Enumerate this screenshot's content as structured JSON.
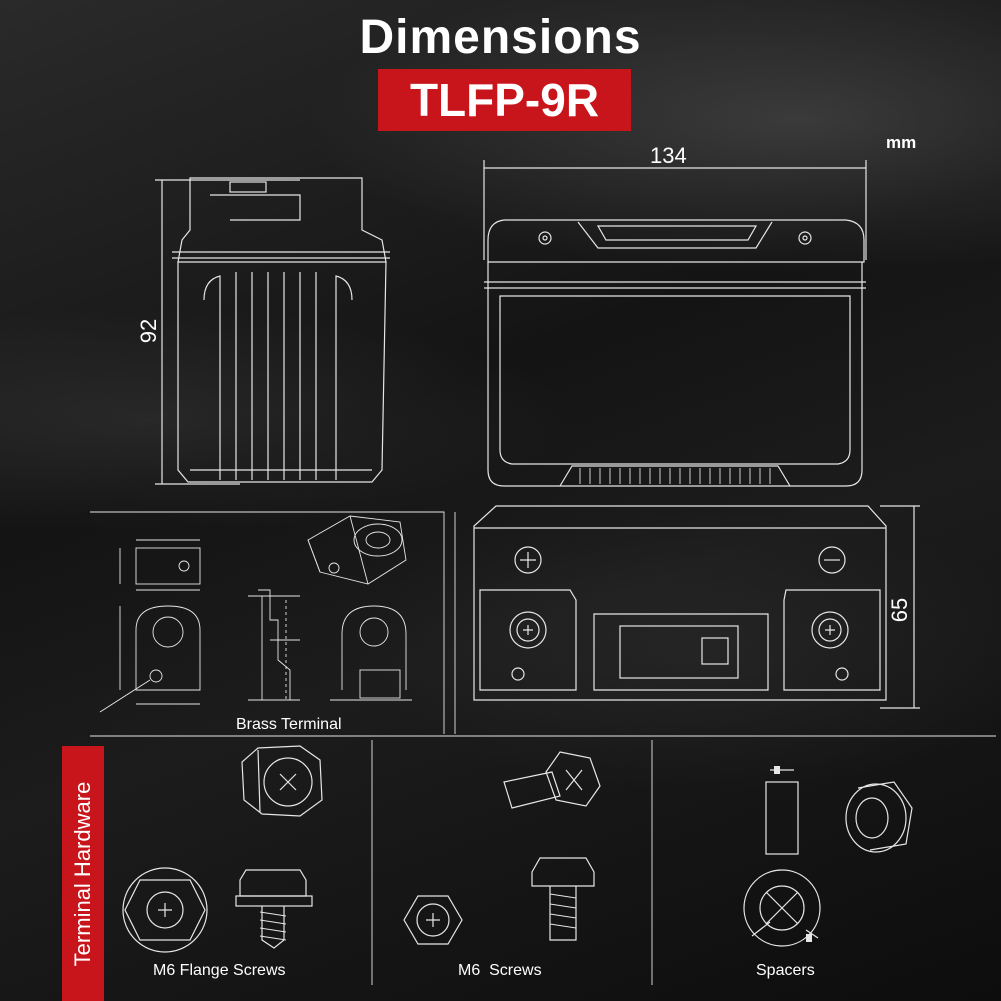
{
  "header": {
    "title": "Dimensions",
    "model": "TLFP-9R",
    "unit": "mm"
  },
  "dimensions": {
    "width": "134",
    "height": "92",
    "depth": "65"
  },
  "brass_terminal": {
    "caption": "Brass Terminal"
  },
  "hardware": {
    "section_label": "Terminal Hardware",
    "items": [
      {
        "caption": "M6 Flange Screws"
      },
      {
        "caption": "M6  Screws"
      },
      {
        "caption": "Spacers"
      }
    ]
  },
  "colors": {
    "accent": "#c8151b",
    "line": "#e6e6e6",
    "background": "#151515"
  }
}
